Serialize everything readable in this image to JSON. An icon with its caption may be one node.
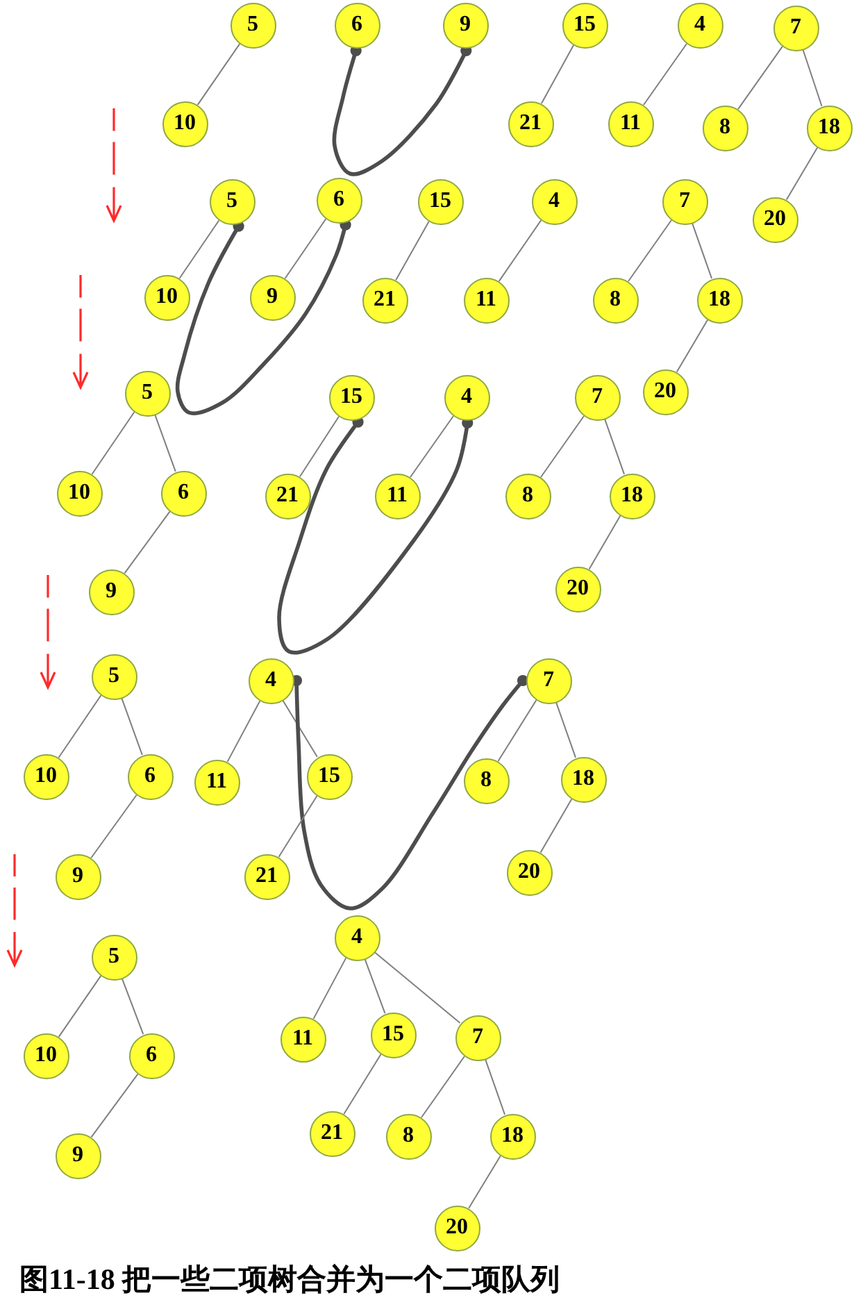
{
  "diagram": {
    "caption": "图11-18 把一些二项树合并为一个二项队列",
    "nodes": [
      {
        "text": [
          "5"
        ]
      },
      {
        "text": [
          "10"
        ]
      },
      {
        "text": [
          "6"
        ]
      },
      {
        "text": [
          "9"
        ]
      },
      {
        "text": [
          "15"
        ]
      },
      {
        "text": [
          "21"
        ]
      },
      {
        "text": [
          "4"
        ]
      },
      {
        "text": [
          "11"
        ]
      },
      {
        "text": [
          "7"
        ]
      },
      {
        "text": [
          "8"
        ]
      },
      {
        "text": [
          "18"
        ]
      },
      {
        "text": [
          "20"
        ]
      },
      {
        "text": [
          "5"
        ]
      },
      {
        "text": [
          "10"
        ]
      },
      {
        "text": [
          "6"
        ]
      },
      {
        "text": [
          "9"
        ]
      },
      {
        "text": [
          "15"
        ]
      },
      {
        "text": [
          "21"
        ]
      },
      {
        "text": [
          "4"
        ]
      },
      {
        "text": [
          "11"
        ]
      },
      {
        "text": [
          "7"
        ]
      },
      {
        "text": [
          "8"
        ]
      },
      {
        "text": [
          "18"
        ]
      },
      {
        "text": [
          "20"
        ]
      },
      {
        "text": [
          "5"
        ]
      },
      {
        "text": [
          "10"
        ]
      },
      {
        "text": [
          "6"
        ]
      },
      {
        "text": [
          "9"
        ]
      },
      {
        "text": [
          "15"
        ]
      },
      {
        "text": [
          "21"
        ]
      },
      {
        "text": [
          "4"
        ]
      },
      {
        "text": [
          "11"
        ]
      },
      {
        "text": [
          "7"
        ]
      },
      {
        "text": [
          "8"
        ]
      },
      {
        "text": [
          "18"
        ]
      },
      {
        "text": [
          "20"
        ]
      },
      {
        "text": [
          "5"
        ]
      },
      {
        "text": [
          "10"
        ]
      },
      {
        "text": [
          "6"
        ]
      },
      {
        "text": [
          "9"
        ]
      },
      {
        "text": [
          "4"
        ]
      },
      {
        "text": [
          "11"
        ]
      },
      {
        "text": [
          "15"
        ]
      },
      {
        "text": [
          "21"
        ]
      },
      {
        "text": [
          "7"
        ]
      },
      {
        "text": [
          "8"
        ]
      },
      {
        "text": [
          "18"
        ]
      },
      {
        "text": [
          "20"
        ]
      },
      {
        "text": [
          "5"
        ]
      },
      {
        "text": [
          "10"
        ]
      },
      {
        "text": [
          "6"
        ]
      },
      {
        "text": [
          "9"
        ]
      },
      {
        "text": [
          "4"
        ]
      },
      {
        "text": [
          "11"
        ]
      },
      {
        "text": [
          "15"
        ]
      },
      {
        "text": [
          "7"
        ]
      },
      {
        "text": [
          "21"
        ]
      },
      {
        "text": [
          "8"
        ]
      },
      {
        "text": [
          "18"
        ]
      },
      {
        "text": [
          "20"
        ]
      }
    ],
    "edges": [
      {
        "from": 0,
        "to": 1,
        "arrow": "none"
      },
      {
        "from": 2,
        "to": 3,
        "arrow": "other",
        "style": "thick",
        "color": "#4d4d4d"
      },
      {
        "from": 4,
        "to": 5,
        "arrow": "none"
      },
      {
        "from": 6,
        "to": 7,
        "arrow": "none"
      },
      {
        "from": 8,
        "to": 9,
        "arrow": "none"
      },
      {
        "from": 8,
        "to": 10,
        "arrow": "none"
      },
      {
        "from": 10,
        "to": 11,
        "arrow": "none"
      },
      {
        "from": 12,
        "to": 13,
        "arrow": "none"
      },
      {
        "from": 12,
        "to": 14,
        "arrow": "other",
        "style": "thick",
        "color": "#4d4d4d"
      },
      {
        "from": 14,
        "to": 15,
        "arrow": "none"
      },
      {
        "from": 16,
        "to": 17,
        "arrow": "none"
      },
      {
        "from": 18,
        "to": 19,
        "arrow": "none"
      },
      {
        "from": 20,
        "to": 21,
        "arrow": "none"
      },
      {
        "from": 20,
        "to": 22,
        "arrow": "none"
      },
      {
        "from": 22,
        "to": 23,
        "arrow": "none"
      },
      {
        "from": 24,
        "to": 25,
        "arrow": "none"
      },
      {
        "from": 24,
        "to": 26,
        "arrow": "none"
      },
      {
        "from": 26,
        "to": 27,
        "arrow": "none"
      },
      {
        "from": 28,
        "to": 29,
        "arrow": "none"
      },
      {
        "from": 28,
        "to": 30,
        "arrow": "other",
        "style": "thick",
        "color": "#4d4d4d"
      },
      {
        "from": 30,
        "to": 31,
        "arrow": "none"
      },
      {
        "from": 32,
        "to": 33,
        "arrow": "none"
      },
      {
        "from": 32,
        "to": 34,
        "arrow": "none"
      },
      {
        "from": 34,
        "to": 35,
        "arrow": "none"
      },
      {
        "from": 36,
        "to": 37,
        "arrow": "none"
      },
      {
        "from": 36,
        "to": 38,
        "arrow": "none"
      },
      {
        "from": 38,
        "to": 39,
        "arrow": "none"
      },
      {
        "from": 40,
        "to": 41,
        "arrow": "none"
      },
      {
        "from": 40,
        "to": 42,
        "arrow": "none"
      },
      {
        "from": 40,
        "to": 44,
        "arrow": "other",
        "style": "thick",
        "color": "#4d4d4d"
      },
      {
        "from": 42,
        "to": 43,
        "arrow": "none"
      },
      {
        "from": 44,
        "to": 45,
        "arrow": "none"
      },
      {
        "from": 44,
        "to": 46,
        "arrow": "none"
      },
      {
        "from": 46,
        "to": 47,
        "arrow": "none"
      },
      {
        "from": 48,
        "to": 49,
        "arrow": "none"
      },
      {
        "from": 48,
        "to": 50,
        "arrow": "none"
      },
      {
        "from": 50,
        "to": 51,
        "arrow": "none"
      },
      {
        "from": 52,
        "to": 53,
        "arrow": "none"
      },
      {
        "from": 52,
        "to": 54,
        "arrow": "none"
      },
      {
        "from": 52,
        "to": 55,
        "arrow": "none"
      },
      {
        "from": 54,
        "to": 56,
        "arrow": "none"
      },
      {
        "from": 55,
        "to": 57,
        "arrow": "none"
      },
      {
        "from": 55,
        "to": 58,
        "arrow": "none"
      },
      {
        "from": 58,
        "to": 59,
        "arrow": "none"
      }
    ]
  }
}
